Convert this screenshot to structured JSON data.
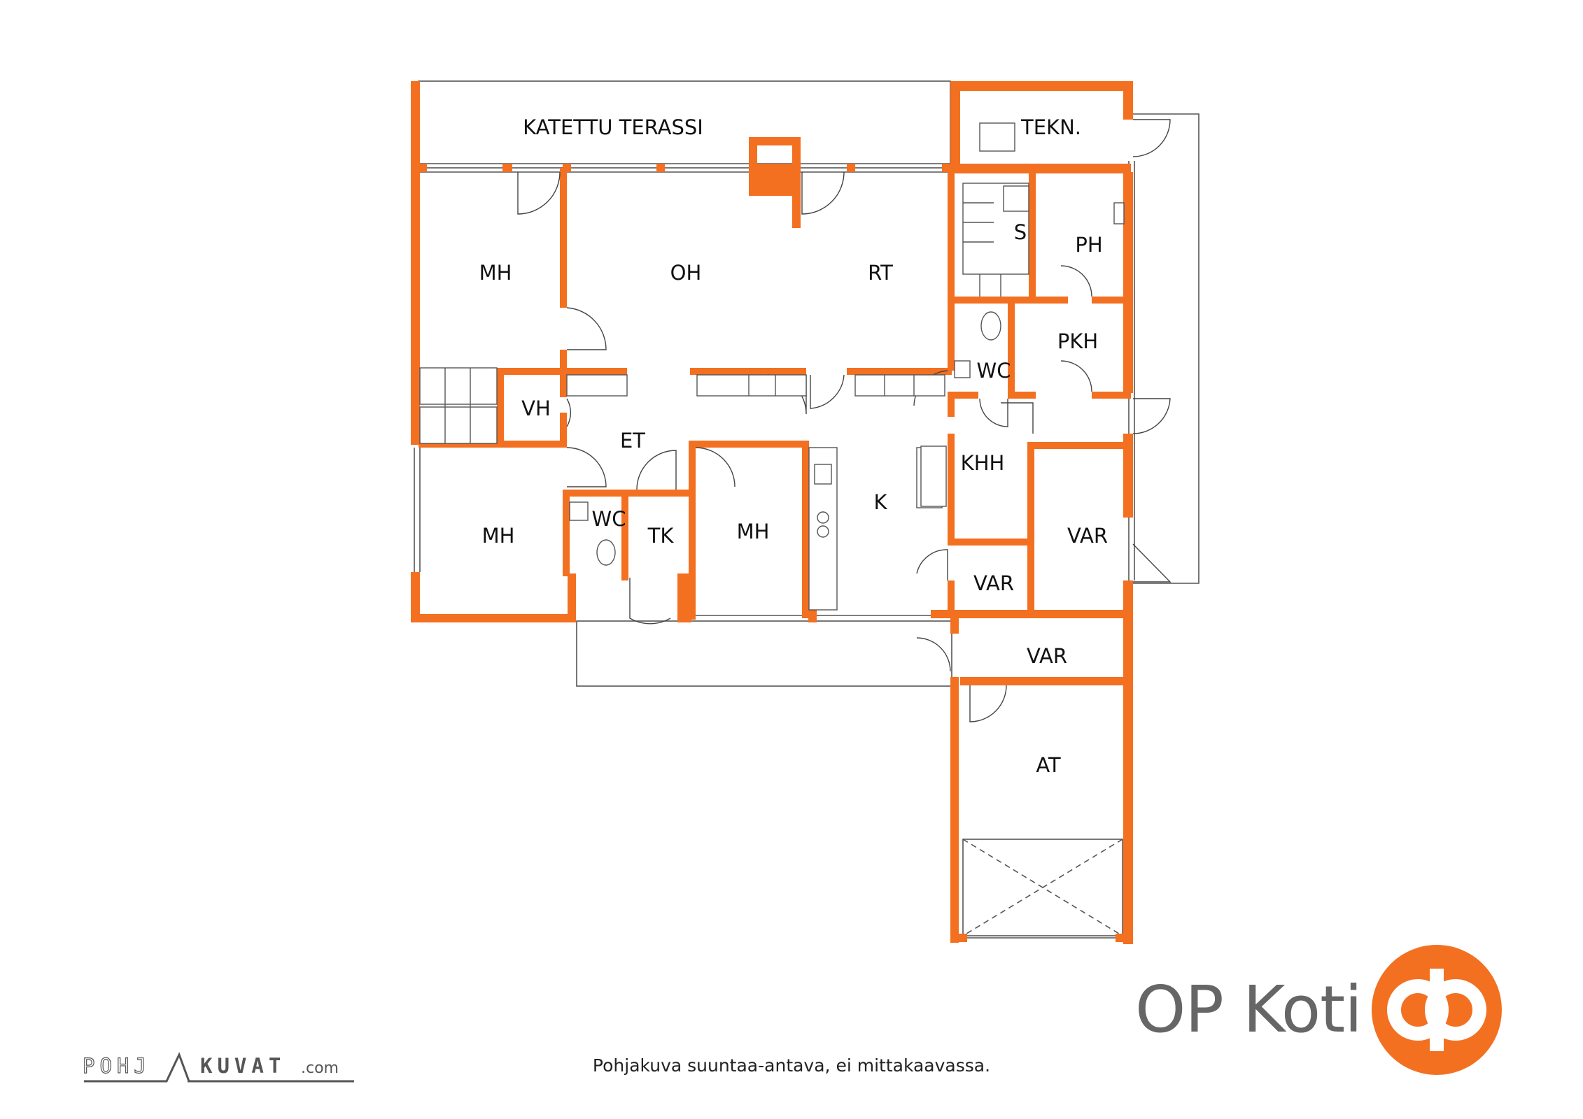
{
  "rooms": {
    "katettu_terassi": "KATETTU TERASSI",
    "tekn": "TEKN.",
    "mh_top": "MH",
    "oh": "OH",
    "rt": "RT",
    "s": "S",
    "ph": "PH",
    "pkh": "PKH",
    "wc_right": "WC",
    "vh": "VH",
    "et": "ET",
    "khh": "KHH",
    "k": "K",
    "mh_left": "MH",
    "wc_left": "WC",
    "tk": "TK",
    "mh_mid": "MH",
    "var_small": "VAR",
    "var_right": "VAR",
    "var_lower": "VAR",
    "at": "AT"
  },
  "caption": "Pohjakuva suuntaa-antava, ei mittakaavassa.",
  "brand": {
    "name": "OP Koti",
    "logo_icon": "op-logo-icon",
    "color": "#f37021",
    "text_color": "#666666"
  },
  "watermark": {
    "text_left": "POHJ",
    "text_right": "KUVAT",
    "suffix": ".com"
  },
  "colors": {
    "wall": "#f37021",
    "line": "#555555"
  }
}
